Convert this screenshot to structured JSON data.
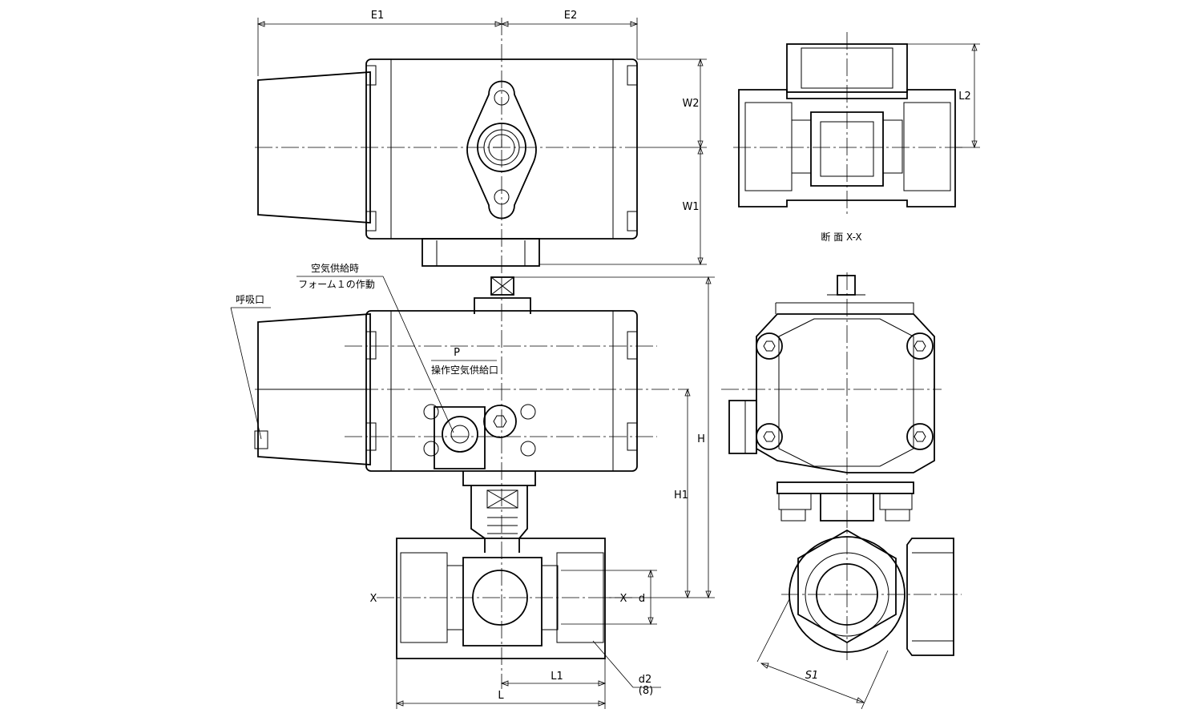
{
  "dimensions": {
    "e1": "E1",
    "e2": "E2",
    "w1": "W1",
    "w2": "W2",
    "l2": "L2",
    "h": "H",
    "h1": "H1",
    "l": "L",
    "l1": "L1",
    "d": "d",
    "d2": "d2",
    "d2_sub": "(8)",
    "s1": "S1"
  },
  "labels": {
    "section": "断 面 X-X",
    "x_left": "X",
    "x_right": "X",
    "breather": "呼吸口",
    "air_supply_line1": "空気供給時",
    "air_supply_line2": "フォーム１の作動",
    "port_p": "P",
    "operating_air": "操作空気供給口"
  }
}
